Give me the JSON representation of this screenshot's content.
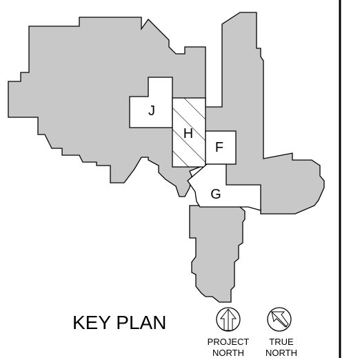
{
  "title": "KEY PLAN",
  "areas": [
    {
      "label": "J"
    },
    {
      "label": "H",
      "hatched": true
    },
    {
      "label": "F"
    },
    {
      "label": "G"
    }
  ],
  "north": {
    "project": {
      "line1": "PROJECT",
      "line2": "NORTH"
    },
    "true": {
      "line1": "TRUE",
      "line2": "NORTH"
    }
  },
  "colors": {
    "building_fill": "#c8c8c8",
    "outline": "#000000",
    "highlight_fill": "#ffffff"
  }
}
